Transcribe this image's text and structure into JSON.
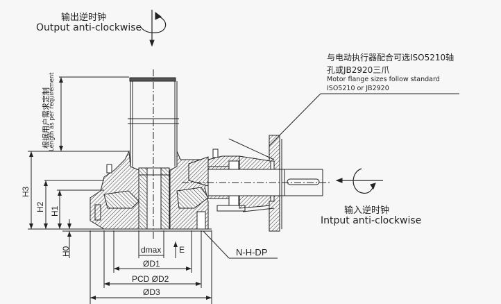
{
  "output_rotation": {
    "label_zh": "输出逆时钟",
    "label_en": "Output anti-clockwise",
    "direction": "anti-clockwise"
  },
  "input_rotation": {
    "label_zh": "输入逆时钟",
    "label_en": "Intput anti-clockwise",
    "direction": "anti-clockwise"
  },
  "flange_note": {
    "line1_zh": "与电动执行器配合可选ISO5210轴",
    "line2_zh": "孔或JB2920三爪",
    "line1_en": "Motor flange sizes follow standard",
    "line2_en": "ISO5210 or JB2920"
  },
  "length_note": {
    "zh": "根据用户需求定制",
    "en": "Length as per requirement"
  },
  "dimensions": {
    "h0": "H0",
    "h1": "H1",
    "h2": "H2",
    "h3": "H3",
    "dmax": "dmax",
    "e": "E",
    "d1": "ØD1",
    "d2": "PCD ØD2",
    "d3": "ØD3",
    "bolts": "N-H-DP"
  },
  "colors": {
    "line": "#222222",
    "background": "#f7f7f7"
  }
}
